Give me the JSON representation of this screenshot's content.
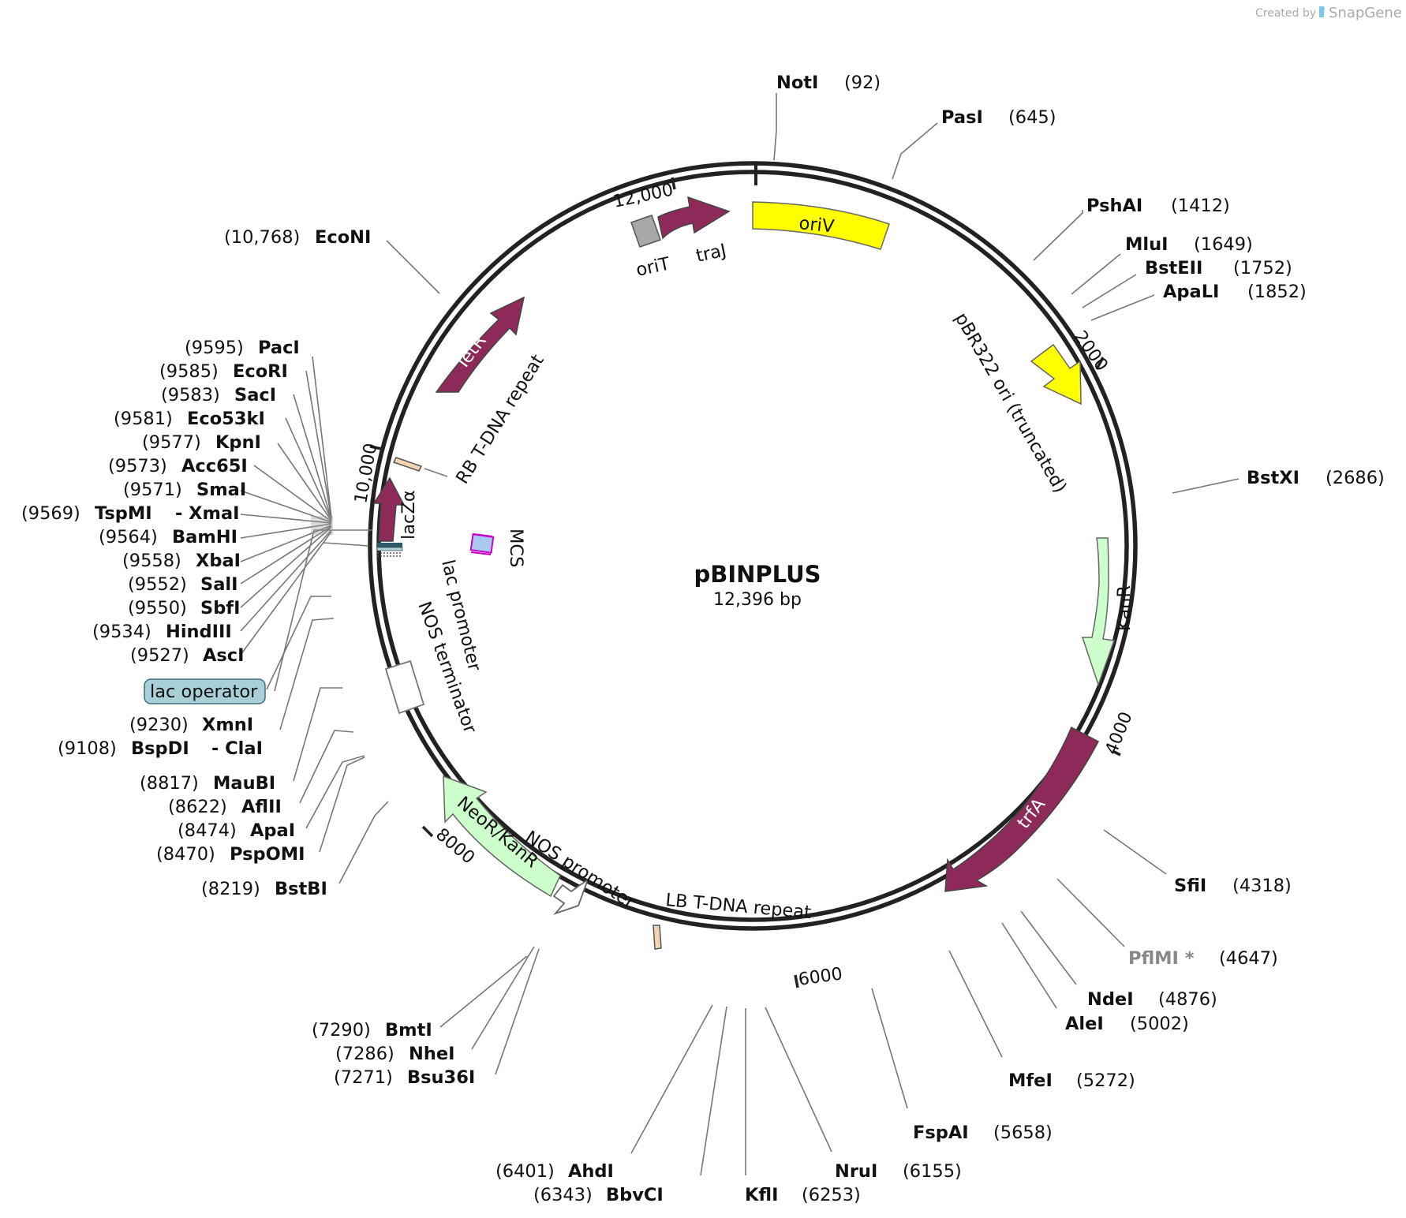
{
  "credit": {
    "created_by": "Created by",
    "brand": "SnapGene"
  },
  "plasmid": {
    "name": "pBINPLUS",
    "length_label": "12,396 bp",
    "length": 12396
  },
  "ticks": [
    "2000",
    "4000",
    "6000",
    "8000",
    "10,000",
    "12,000"
  ],
  "features": {
    "oriV": "oriV",
    "oriT": "oriT",
    "traJ": "traJ",
    "pBR322": "pBR322 ori (truncated)",
    "KanR": "KanR",
    "trfA": "trfA",
    "LB": "LB T-DNA repeat",
    "NOS_promoter": "NOS promoter",
    "NeoR": "NeoR/KanR",
    "NOS_terminator": "NOS terminator",
    "lac_promoter": "lac promoter",
    "MCS": "MCS",
    "lacZa": "lacZα",
    "RB": "RB T-DNA repeat",
    "TetR": "TetR",
    "lac_operator": "lac operator"
  },
  "colors": {
    "backbone": "#222222",
    "maroon": "#8e2a5a",
    "yellow": "#ffff00",
    "green": "#ccffcc",
    "grey_box": "#a8a8a8",
    "tan": "#f2d3b3",
    "mcs_blue": "#a8c8f0",
    "mcs_purple": "#c800c8",
    "lac_operator_fill": "#a9d0d8"
  },
  "sites": [
    {
      "id": "NotI",
      "name": "NotI",
      "pos": "(92)"
    },
    {
      "id": "PasI",
      "name": "PasI",
      "pos": "(645)"
    },
    {
      "id": "PshAI",
      "name": "PshAI",
      "pos": "(1412)"
    },
    {
      "id": "MluI",
      "name": "MluI",
      "pos": "(1649)"
    },
    {
      "id": "BstEII",
      "name": "BstEII",
      "pos": "(1752)"
    },
    {
      "id": "ApaLI",
      "name": "ApaLI",
      "pos": "(1852)"
    },
    {
      "id": "BstXI",
      "name": "BstXI",
      "pos": "(2686)"
    },
    {
      "id": "SfiI",
      "name": "SfiI",
      "pos": "(4318)"
    },
    {
      "id": "PflMI",
      "name": "PflMI *",
      "pos": "(4647)"
    },
    {
      "id": "NdeI",
      "name": "NdeI",
      "pos": "(4876)"
    },
    {
      "id": "AleI",
      "name": "AleI",
      "pos": "(5002)"
    },
    {
      "id": "MfeI",
      "name": "MfeI",
      "pos": "(5272)"
    },
    {
      "id": "FspAI",
      "name": "FspAI",
      "pos": "(5658)"
    },
    {
      "id": "NruI",
      "name": "NruI",
      "pos": "(6155)"
    },
    {
      "id": "KflI",
      "name": "KflI",
      "pos": "(6253)"
    },
    {
      "id": "BbvCI",
      "name": "BbvCI",
      "pos": "(6343)"
    },
    {
      "id": "AhdI",
      "name": "AhdI",
      "pos": "(6401)"
    },
    {
      "id": "Bsu36I",
      "name": "Bsu36I",
      "pos": "(7271)"
    },
    {
      "id": "NheI",
      "name": "NheI",
      "pos": "(7286)"
    },
    {
      "id": "BmtI",
      "name": "BmtI",
      "pos": "(7290)"
    },
    {
      "id": "BstBI",
      "name": "BstBI",
      "pos": "(8219)"
    },
    {
      "id": "PspOMI",
      "name": "PspOMI",
      "pos": "(8470)"
    },
    {
      "id": "ApaI",
      "name": "ApaI",
      "pos": "(8474)"
    },
    {
      "id": "AflII",
      "name": "AflII",
      "pos": "(8622)"
    },
    {
      "id": "MauBI",
      "name": "MauBI",
      "pos": "(8817)"
    },
    {
      "id": "BspDI",
      "name": "BspDI",
      "pos": "(9108)",
      "alt": "- ClaI"
    },
    {
      "id": "XmnI",
      "name": "XmnI",
      "pos": "(9230)"
    },
    {
      "id": "AscI",
      "name": "AscI",
      "pos": "(9527)"
    },
    {
      "id": "HindIII",
      "name": "HindIII",
      "pos": "(9534)"
    },
    {
      "id": "SbfI",
      "name": "SbfI",
      "pos": "(9550)"
    },
    {
      "id": "SalI",
      "name": "SalI",
      "pos": "(9552)"
    },
    {
      "id": "XbaI",
      "name": "XbaI",
      "pos": "(9558)"
    },
    {
      "id": "BamHI",
      "name": "BamHI",
      "pos": "(9564)"
    },
    {
      "id": "TspMI",
      "name": "TspMI",
      "pos": "(9569)",
      "alt": "- XmaI"
    },
    {
      "id": "SmaI",
      "name": "SmaI",
      "pos": "(9571)"
    },
    {
      "id": "Acc65I",
      "name": "Acc65I",
      "pos": "(9573)"
    },
    {
      "id": "KpnI",
      "name": "KpnI",
      "pos": "(9577)"
    },
    {
      "id": "Eco53kI",
      "name": "Eco53kI",
      "pos": "(9581)"
    },
    {
      "id": "SacI",
      "name": "SacI",
      "pos": "(9583)"
    },
    {
      "id": "EcoRI",
      "name": "EcoRI",
      "pos": "(9585)"
    },
    {
      "id": "PacI",
      "name": "PacI",
      "pos": "(9595)"
    },
    {
      "id": "EcoNI",
      "name": "EcoNI",
      "pos": "(10,768)"
    }
  ]
}
